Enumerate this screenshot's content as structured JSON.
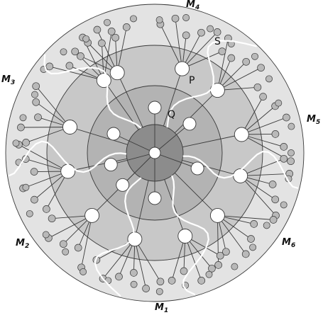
{
  "colors": {
    "zone_s": "#e3e3e3",
    "zone_p": "#c8c8c8",
    "zone_q": "#b3b3b3",
    "core": "#8c8c8c",
    "stroke": "#3a3a3a",
    "node_fill": "#ffffff",
    "leaf_fill": "#b9b9b9",
    "boundary": "#ffffff"
  },
  "zone_labels": {
    "s": "S",
    "p": "P",
    "q": "Q"
  },
  "sectors": [
    {
      "letter": "M",
      "sub": "1"
    },
    {
      "letter": "M",
      "sub": "2"
    },
    {
      "letter": "M",
      "sub": "3"
    },
    {
      "letter": "M",
      "sub": "4"
    },
    {
      "letter": "M",
      "sub": "5"
    },
    {
      "letter": "M",
      "sub": "6"
    }
  ]
}
